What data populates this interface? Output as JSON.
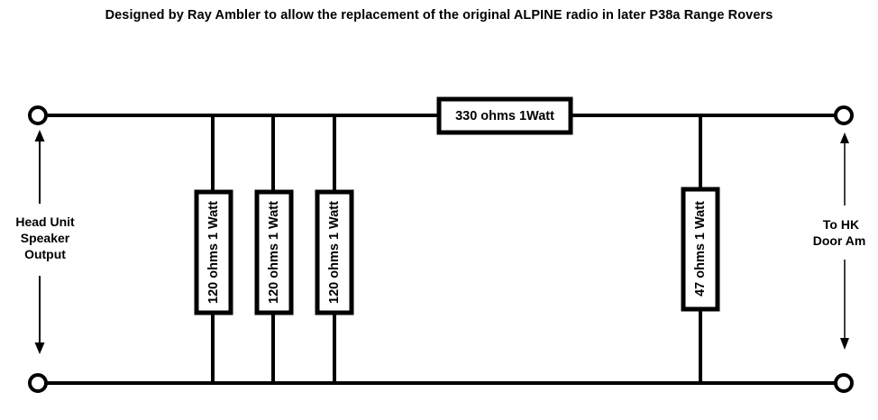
{
  "title": "Designed by Ray Ambler to allow the replacement of the original ALPINE radio in later P38a Range Rovers",
  "left_label": {
    "lines": [
      "Head Unit",
      "Speaker",
      "Output"
    ]
  },
  "right_label": {
    "lines": [
      "To HK",
      "Door Am"
    ]
  },
  "resistors": {
    "series_top": {
      "label": "330 ohms 1Watt"
    },
    "parallel": [
      {
        "label": "120 ohms 1 Watt"
      },
      {
        "label": "120 ohms 1 Watt"
      },
      {
        "label": "120 ohms 1 Watt"
      }
    ],
    "shunt_right": {
      "label": "47 ohms 1 Watt"
    }
  },
  "colors": {
    "wire": "#000000",
    "background": "#ffffff"
  }
}
